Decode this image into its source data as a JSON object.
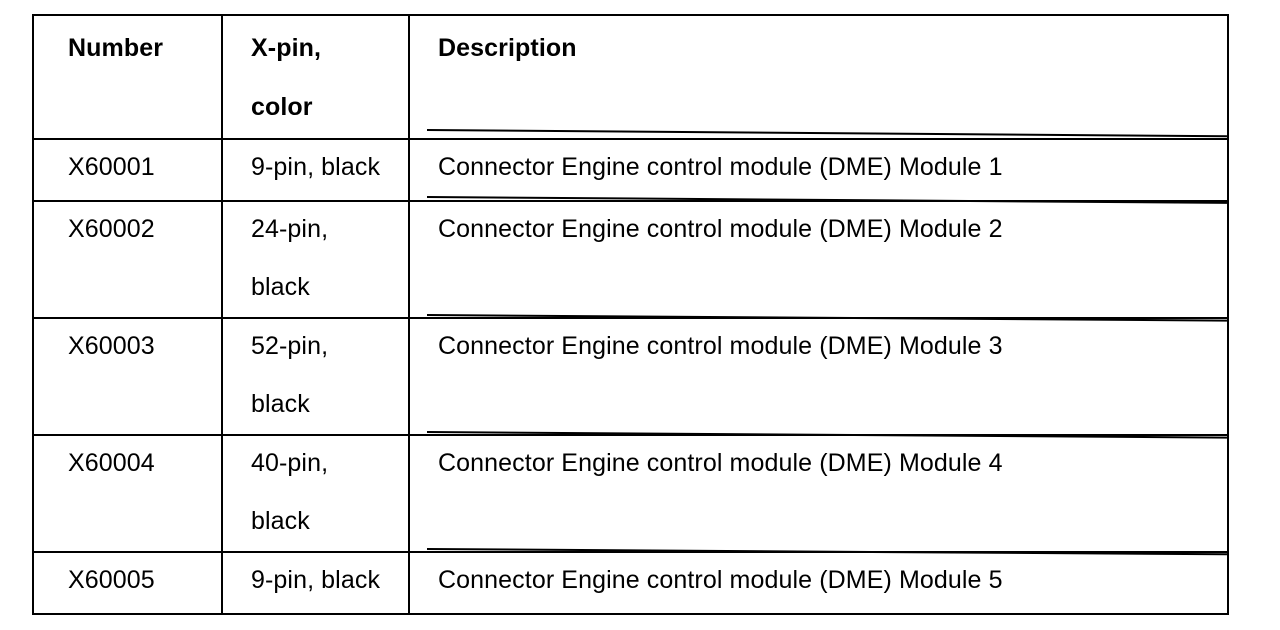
{
  "document": {
    "type": "scanned-table",
    "page_background": "#ffffff",
    "ink_color": "#000000"
  },
  "table": {
    "name": "connector-list",
    "columns": [
      {
        "key": "number",
        "header": "Number"
      },
      {
        "key": "xpin_color",
        "header_line1": "X-pin,",
        "header_line2": "color"
      },
      {
        "key": "description",
        "header": "Description"
      }
    ],
    "rows": [
      {
        "number": "X60001",
        "xpin_line1": "9-pin, black",
        "xpin_line2": "",
        "description": "Connector Engine control module (DME) Module 1"
      },
      {
        "number": "X60002",
        "xpin_line1": "24-pin,",
        "xpin_line2": "black",
        "description": "Connector Engine control module (DME) Module 2"
      },
      {
        "number": "X60003",
        "xpin_line1": "52-pin,",
        "xpin_line2": "black",
        "description": "Connector Engine control module (DME) Module 3"
      },
      {
        "number": "X60004",
        "xpin_line1": "40-pin,",
        "xpin_line2": "black",
        "description": "Connector Engine control module (DME) Module 4"
      },
      {
        "number": "X60005",
        "xpin_line1": "9-pin, black",
        "xpin_line2": "",
        "description": "Connector Engine control module (DME) Module 5"
      }
    ]
  }
}
